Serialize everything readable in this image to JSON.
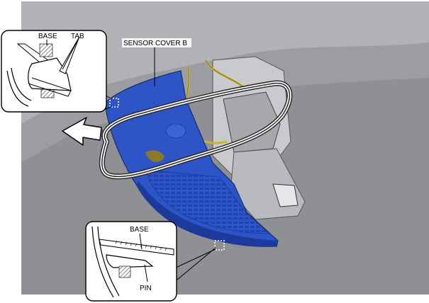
{
  "labels": {
    "sensor_cover": "SENSOR COVER B",
    "base_top": "BASE",
    "tab": "TAB",
    "base_bottom": "BASE",
    "pin": "PIN"
  },
  "colors": {
    "background": "#8f9093",
    "headliner": "#a9aaad",
    "cover_blue": "#2d55c8",
    "cover_dark": "#1c3a9c",
    "wire": "#c8b43a",
    "callout_border": "#000000"
  },
  "icons": {
    "direction": "removal-direction-arrow-icon",
    "clip": "clip-location-icon"
  }
}
